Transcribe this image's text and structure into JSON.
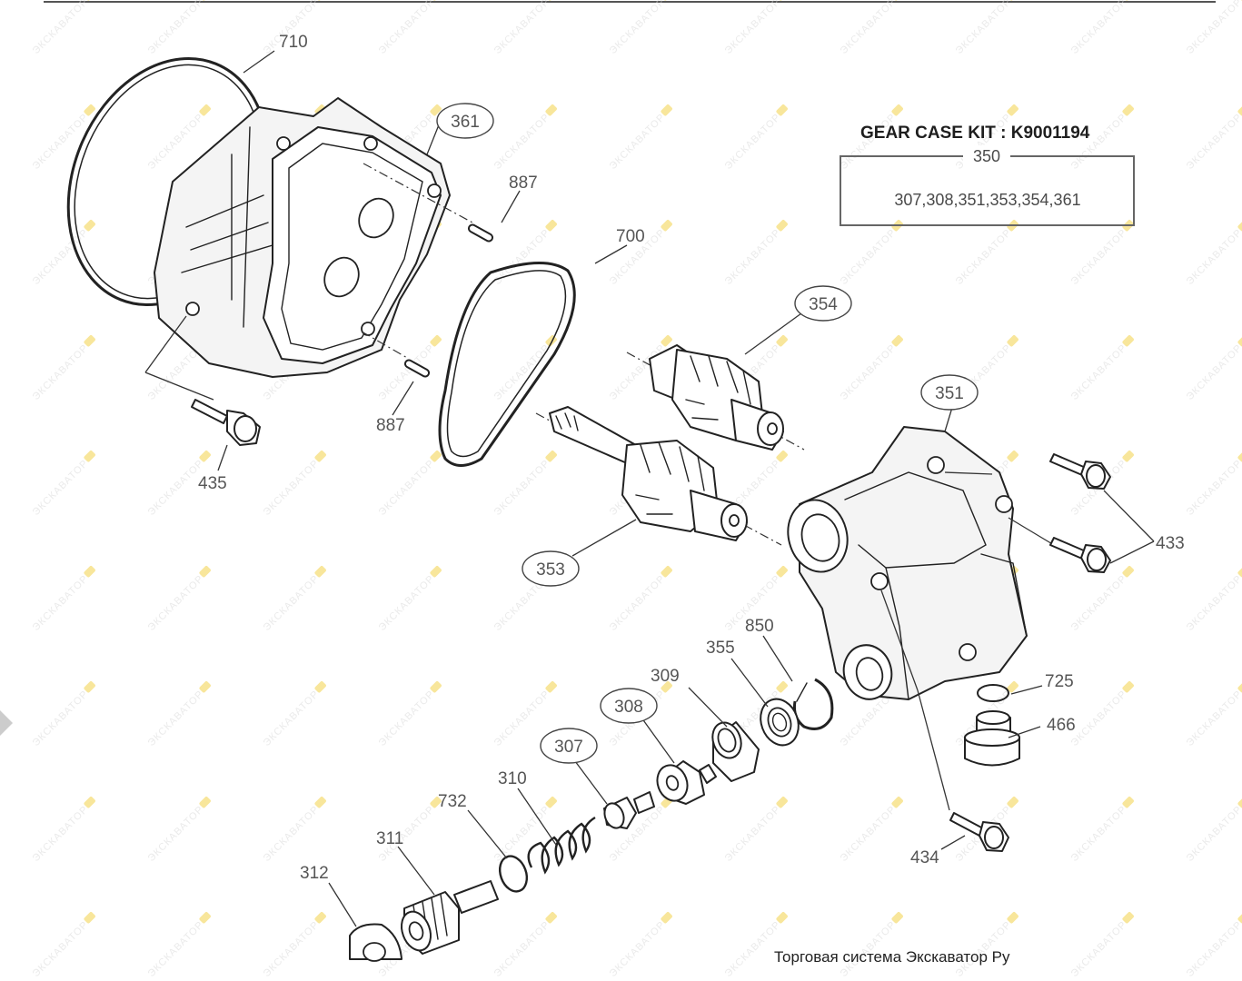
{
  "kit": {
    "title": "GEAR CASE KIT : K9001194",
    "code": "350",
    "contents": "307,308,351,353,354,361"
  },
  "footer_text": "Торговая система Экскаватор Ру",
  "callouts": {
    "p710": "710",
    "p361": "361",
    "p887a": "887",
    "p887b": "887",
    "p700": "700",
    "p435": "435",
    "p354": "354",
    "p351": "351",
    "p433": "433",
    "p353": "353",
    "p850": "850",
    "p355": "355",
    "p309": "309",
    "p308": "308",
    "p725": "725",
    "p466": "466",
    "p307": "307",
    "p310": "310",
    "p732": "732",
    "p311": "311",
    "p312": "312",
    "p434": "434"
  },
  "watermark": {
    "text": "ЭКСКАВАТОР",
    "color": "#f2d24a"
  }
}
